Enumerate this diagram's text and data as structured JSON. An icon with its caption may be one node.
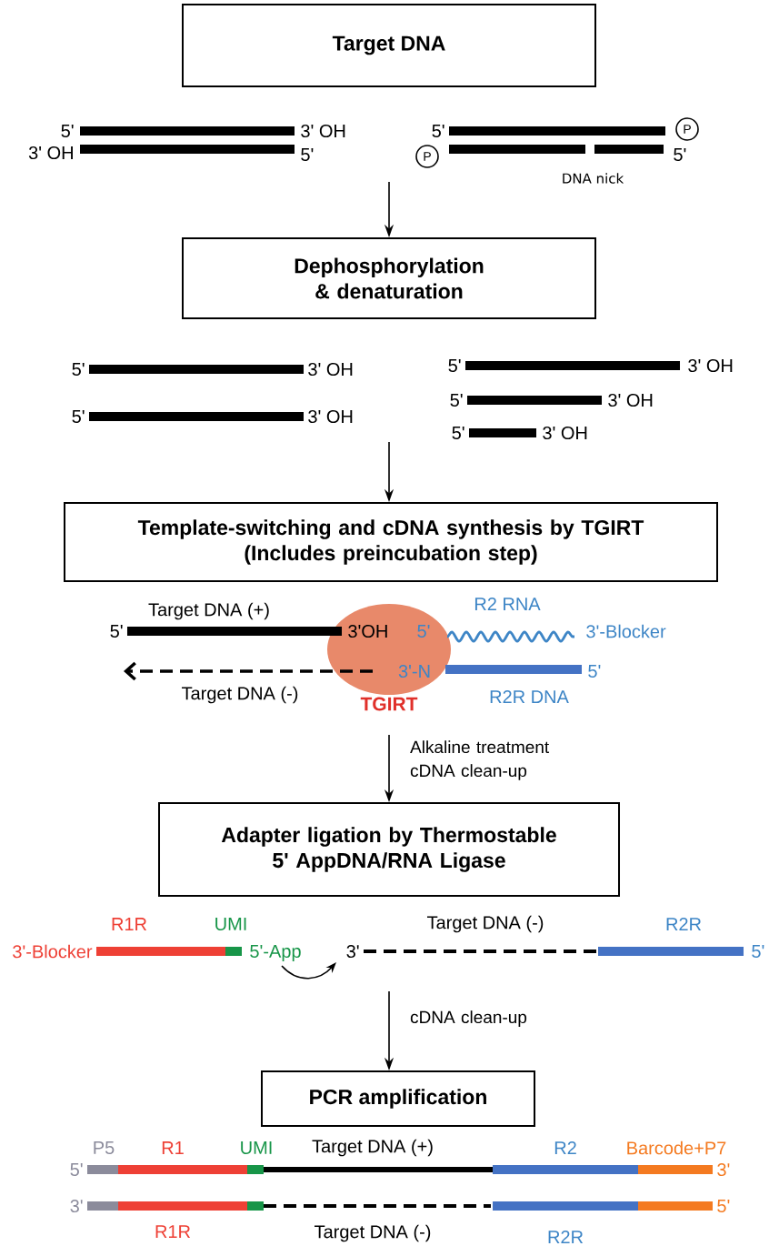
{
  "diagram": {
    "nodes": [
      {
        "text": [
          "Target DNA"
        ]
      },
      {
        "text": [
          "P"
        ]
      },
      {
        "text": [
          "P"
        ]
      },
      {
        "text": [
          "Dephosphorylation & denaturation"
        ]
      },
      {
        "text": [
          "Template-switching and cDNA synthesis by TGIRT",
          "(Includes preincubation step)"
        ]
      },
      {
        "text": [
          "TGIRT"
        ]
      },
      {
        "text": [
          "Adapter ligation by Thermostable 5' AppDNA/RNA Ligase"
        ]
      },
      {
        "text": [
          "PCR amplification"
        ]
      }
    ],
    "edges": [
      {
        "from": null,
        "to": 3,
        "arrow": "to"
      },
      {
        "from": null,
        "to": 4,
        "arrow": "to"
      },
      {
        "from": null,
        "to": 6,
        "arrow": "to",
        "label": "Alkaline treatment cDNA clean-up"
      },
      {
        "from": null,
        "to": 7,
        "arrow": "to",
        "label": "cDNA clean-up"
      }
    ],
    "labels": [
      "5'",
      "3' OH",
      "3' OH",
      "5'",
      "5'",
      "5'",
      "DNA nick",
      "5'",
      "3' OH",
      "5'",
      "3' OH",
      "5'",
      "3' OH",
      "5'",
      "3' OH",
      "5'",
      "3' OH",
      "Target DNA (+)",
      "R2 RNA",
      "5'",
      "3'OH",
      "5'",
      "3'-Blocker",
      "3'-N",
      "5'",
      "Target DNA (-)",
      "R2R DNA",
      "R1R",
      "UMI",
      "Target DNA (-)",
      "R2R",
      "3'-Blocker",
      "5'-App",
      "3'",
      "5'",
      "P5",
      "R1",
      "UMI",
      "Target DNA (+)",
      "R2",
      "Barcode+P7",
      "5'",
      "3'",
      "3'",
      "5'",
      "R1R",
      "Target DNA (-)",
      "R2R"
    ]
  }
}
